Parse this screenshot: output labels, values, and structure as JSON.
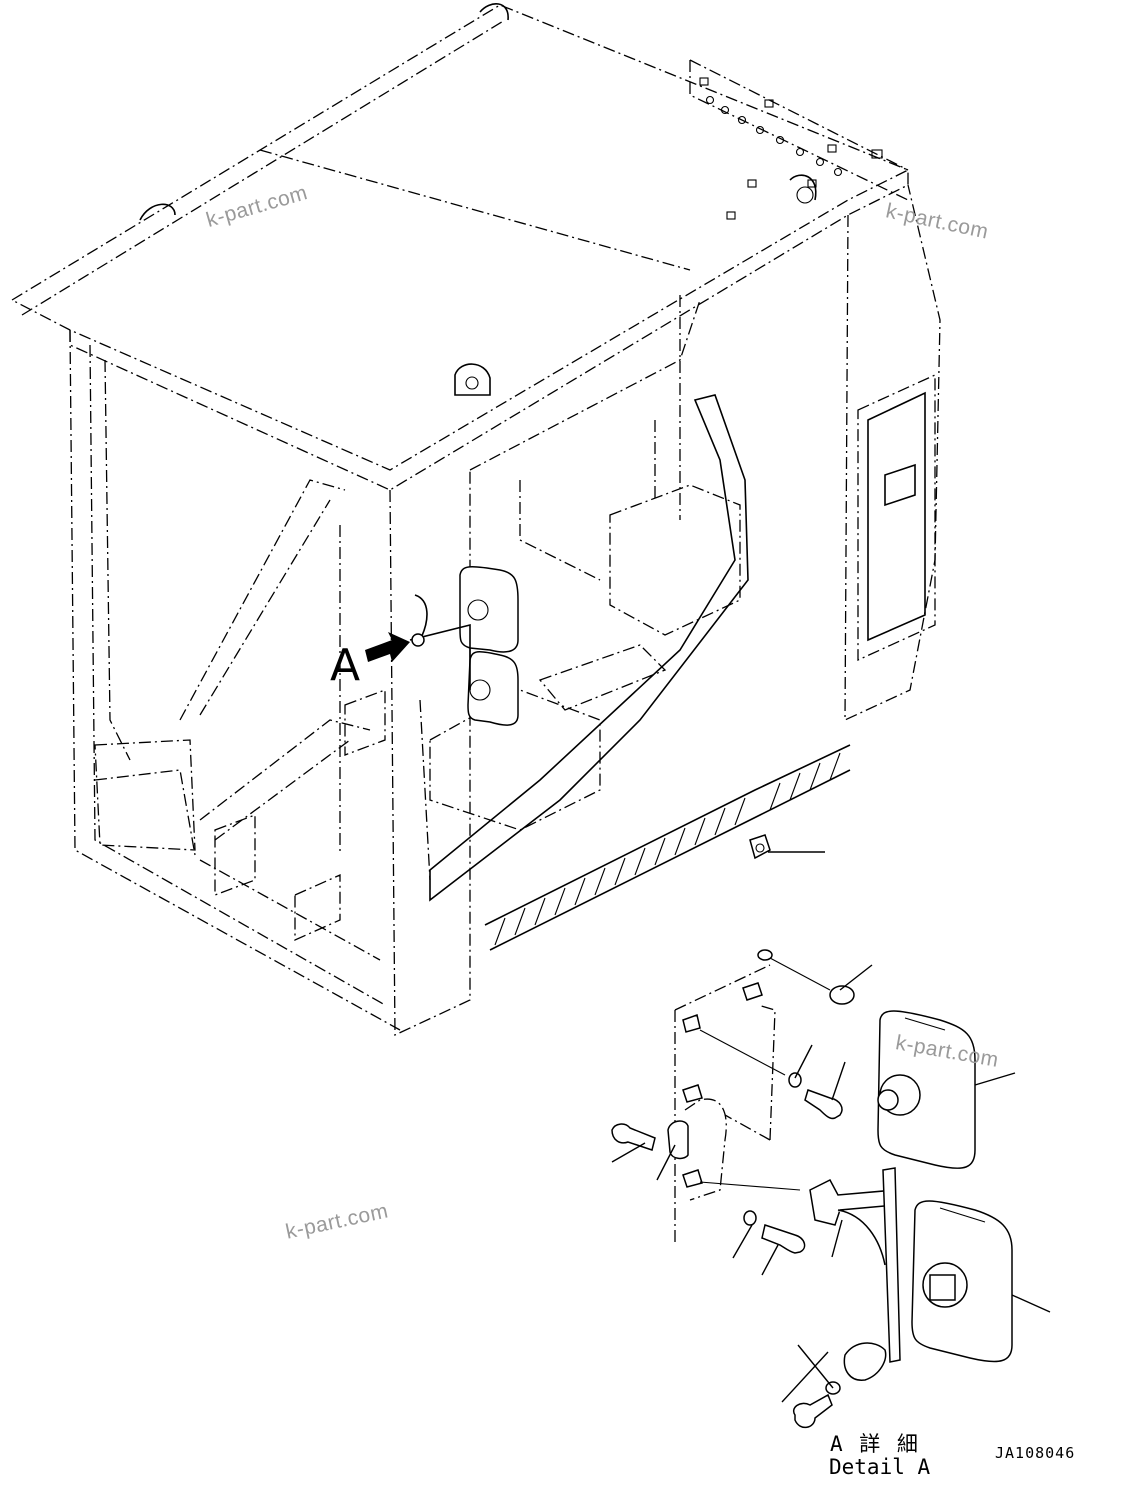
{
  "view_label": "A",
  "detail": {
    "jp": "A 詳 細",
    "en": "Detail A"
  },
  "drawing_code": "JA108046",
  "watermarks": [
    "k-part.com",
    "k-part.com",
    "k-part.com",
    "k-part.com"
  ]
}
